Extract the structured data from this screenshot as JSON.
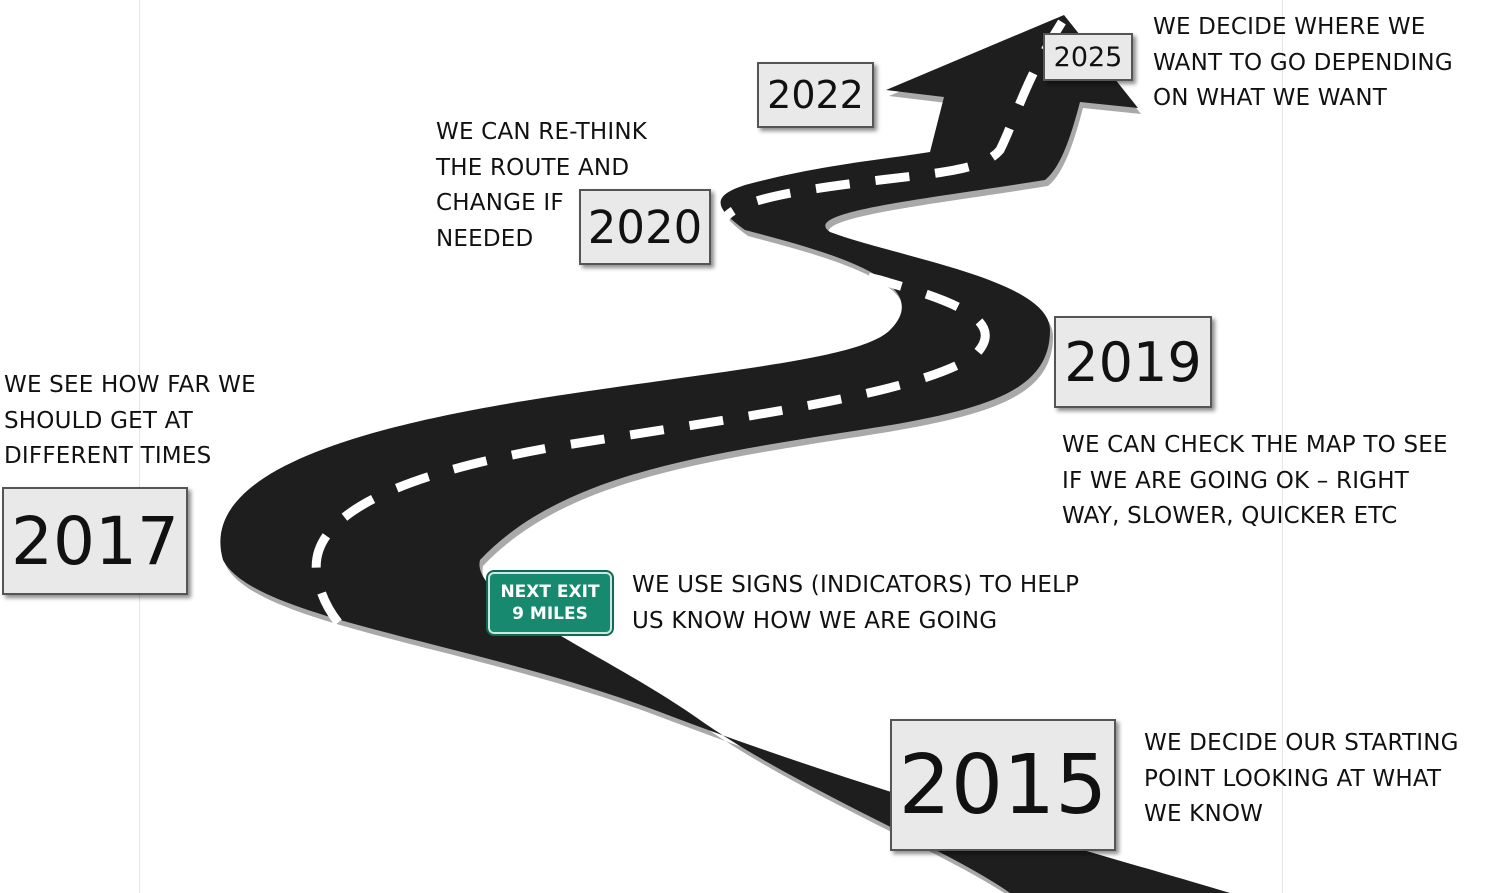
{
  "milestones": [
    {
      "year": "2015",
      "caption": "WE DECIDE OUR STARTING\nPOINT LOOKING AT WHAT\nWE KNOW"
    },
    {
      "year": "2017",
      "caption": "WE SEE HOW FAR WE\nSHOULD GET AT\nDIFFERENT TIMES"
    },
    {
      "year": "2019",
      "caption": "WE CAN CHECK THE MAP TO SEE\nIF WE ARE GOING OK – RIGHT\nWAY, SLOWER, QUICKER ETC"
    },
    {
      "year": "2020",
      "caption": "WE CAN RE-THINK\nTHE ROUTE AND\nCHANGE IF\nNEEDED"
    },
    {
      "year": "2022",
      "caption": ""
    },
    {
      "year": "2025",
      "caption": "WE DECIDE WHERE WE\nWANT TO GO DEPENDING\nON WHAT WE WANT"
    }
  ],
  "sign": {
    "line1": "NEXT EXIT",
    "line2": "9 MILES",
    "caption": "WE USE SIGNS (INDICATORS) TO HELP\nUS KNOW HOW WE ARE GOING",
    "color": "#17896e"
  },
  "colors": {
    "road": "#1e1e1e",
    "road_edge": "#bdbdbd",
    "lane": "#ffffff",
    "box_fill": "#e9e9e9",
    "text": "#111111"
  }
}
